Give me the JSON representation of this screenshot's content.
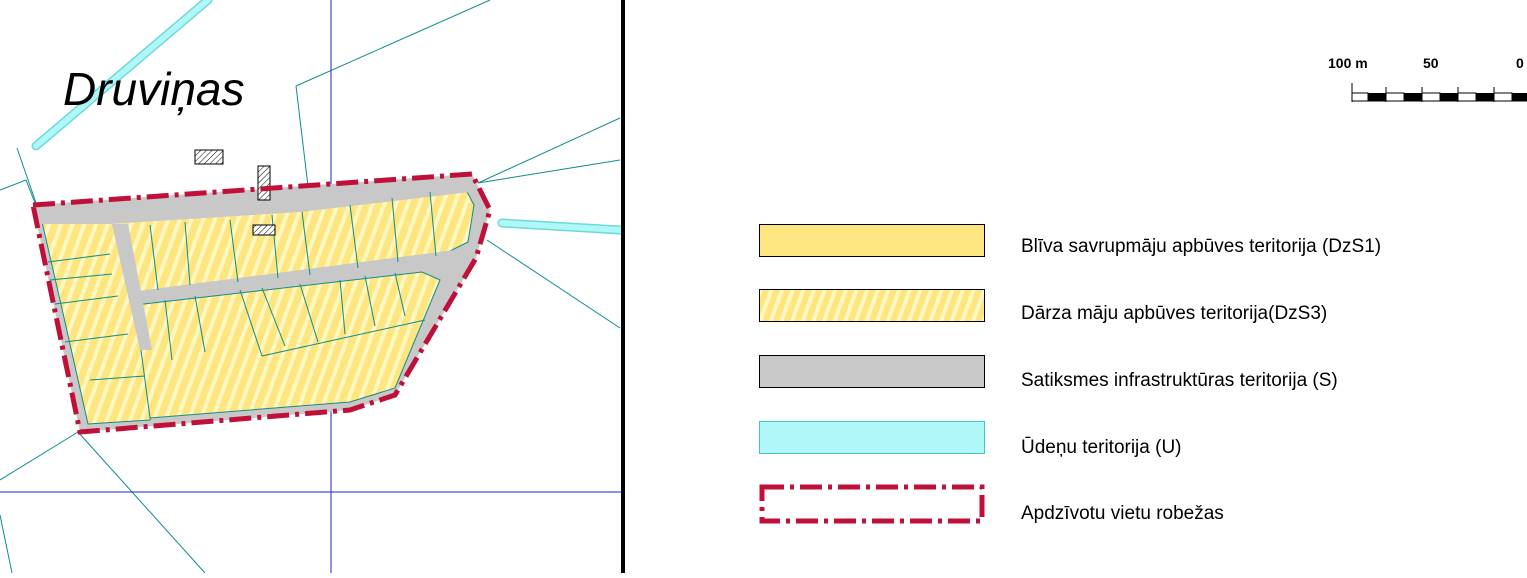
{
  "map": {
    "place_name": "Druviņas"
  },
  "scale_bar": {
    "labels": [
      "100 m",
      "50",
      "0"
    ]
  },
  "legend": {
    "items": [
      {
        "id": "dzs1",
        "label": "Blīva savrupmāju apbūves teritorija (DzS1)",
        "fill": "#fde580",
        "pattern": "solid"
      },
      {
        "id": "dzs3",
        "label": "Dārza māju apbūves teritorija(DzS3)",
        "fill": "#fde580",
        "stripe": "#fff7c0",
        "pattern": "diagonal-hatch"
      },
      {
        "id": "s",
        "label": "Satiksmes infrastruktūras teritorija (S)",
        "fill": "#c8c8c8",
        "pattern": "solid"
      },
      {
        "id": "u",
        "label": "Ūdeņu teritorija (U)",
        "fill": "#b0f7f7",
        "pattern": "solid"
      },
      {
        "id": "boundary",
        "label": "Apdzīvotu vietu robežas",
        "stroke": "#c0103a",
        "pattern": "dash-dot-outline"
      }
    ]
  },
  "colors": {
    "parcel_line": "#0f8c8c",
    "grid_line": "#2020d0",
    "boundary": "#c0103a",
    "road": "#c8c8c8",
    "water": "#b0f7f7",
    "residential": "#fde580"
  }
}
